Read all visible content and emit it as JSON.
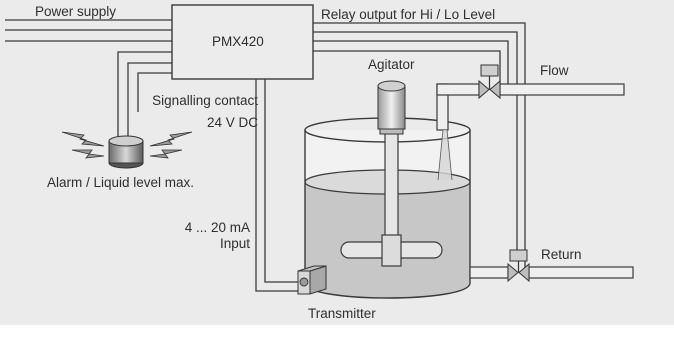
{
  "labels": {
    "power_supply": "Power supply",
    "controller": "PMX420",
    "relay_output": "Relay output for Hi / Lo Level",
    "agitator": "Agitator",
    "flow": "Flow",
    "signalling_contact": "Signalling contact",
    "voltage": "24 V DC",
    "alarm": "Alarm / Liquid level max.",
    "current_range": "4 ... 20 mA",
    "input": "Input",
    "return": "Return",
    "transmitter": "Transmitter"
  },
  "colors": {
    "background": "#ebebeb",
    "line": "#3a3a3a",
    "liquid": "#c7c7c7",
    "pipe": "#efefef"
  }
}
